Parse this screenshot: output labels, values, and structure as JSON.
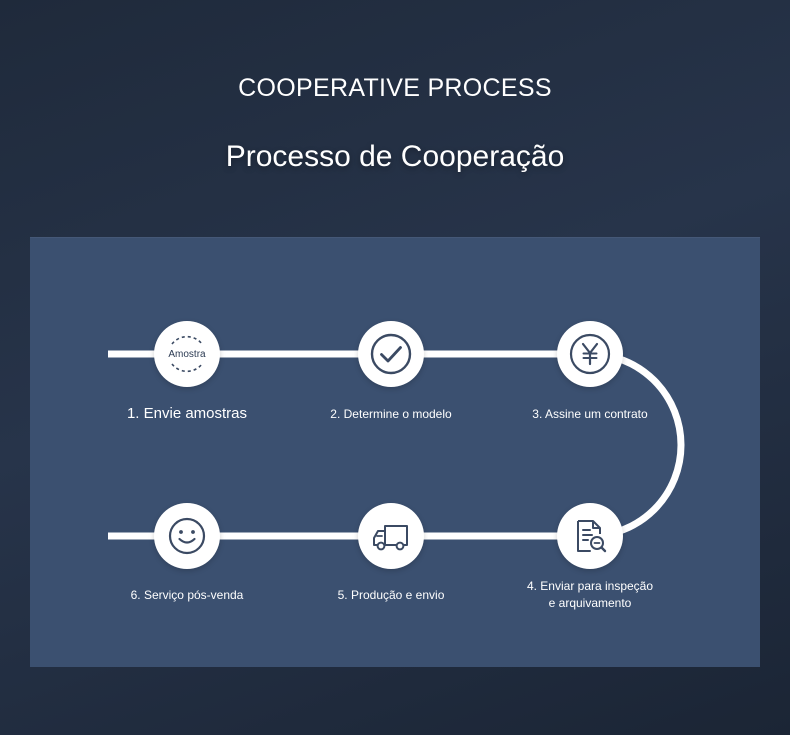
{
  "header": {
    "title_en": "COOPERATIVE PROCESS",
    "title_pt": "Processo de Cooperação"
  },
  "steps": [
    {
      "label": "1. Envie amostras",
      "icon": "sample-icon",
      "icon_text": "Amostra"
    },
    {
      "label": "2. Determine o modelo",
      "icon": "check-circle-icon"
    },
    {
      "label": "3. Assine um contrato",
      "icon": "yen-circle-icon"
    },
    {
      "label_line1": "4. Enviar para inspeção",
      "label_line2": "e arquivamento",
      "icon": "document-search-icon"
    },
    {
      "label": "5. Produção e envio",
      "icon": "truck-icon"
    },
    {
      "label": "6. Serviço pós-venda",
      "icon": "smile-icon"
    }
  ],
  "colors": {
    "background": "#1f2a3b",
    "panel": "#3b5070",
    "track": "#ffffff",
    "icon_stroke": "#3b4a63"
  }
}
